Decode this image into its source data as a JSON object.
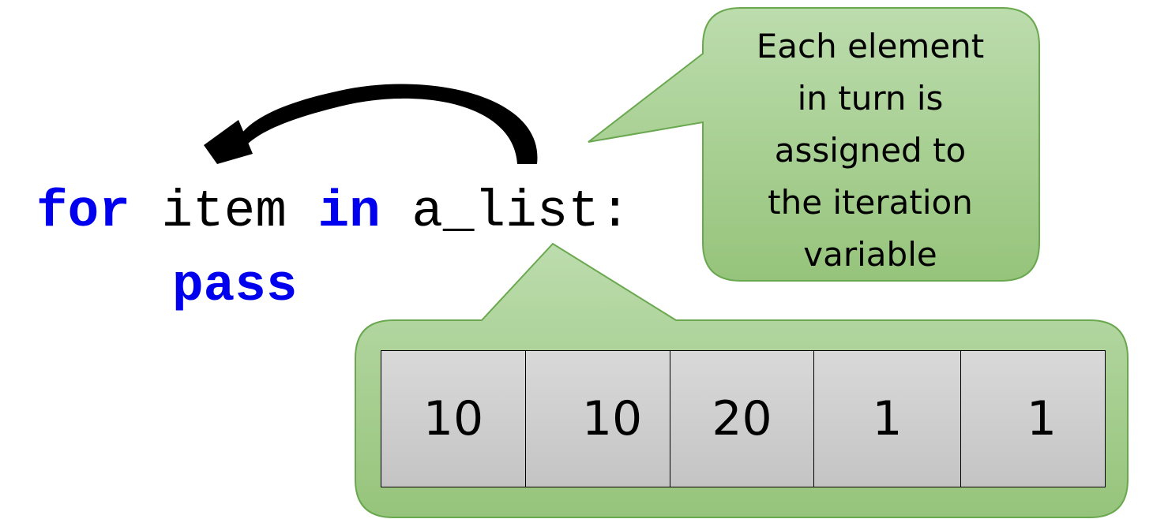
{
  "code": {
    "line1": {
      "kw_for": "for",
      "var": "item",
      "kw_in": "in",
      "iterable": "a_list:"
    },
    "line2": {
      "kw_pass": "pass"
    }
  },
  "callout": {
    "lines": [
      "Each element",
      "in turn is",
      "assigned to",
      "the iteration",
      "variable"
    ]
  },
  "list_cells": [
    "10",
    "10",
    "20",
    "1",
    "1"
  ],
  "colors": {
    "keyword": "#0000ee",
    "callout_fill_top": "#b8d9a8",
    "callout_fill_bottom": "#97c57c",
    "callout_stroke": "#6aa84f",
    "cell_fill": "#cccccc"
  }
}
